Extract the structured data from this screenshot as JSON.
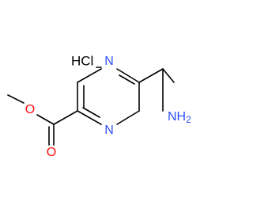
{
  "molecule": {
    "salt": "HCl",
    "atoms": {
      "ring_n_top": {
        "symbol": "N",
        "color": "#3050F8"
      },
      "ring_n_bottom": {
        "symbol": "N",
        "color": "#3050F8"
      },
      "ester_o_single": {
        "symbol": "O",
        "color": "#FF0D0D"
      },
      "ester_o_double": {
        "symbol": "O",
        "color": "#FF0D0D"
      },
      "amine": {
        "symbol": "NH",
        "subscript": "2",
        "color": "#3050F8"
      }
    }
  }
}
